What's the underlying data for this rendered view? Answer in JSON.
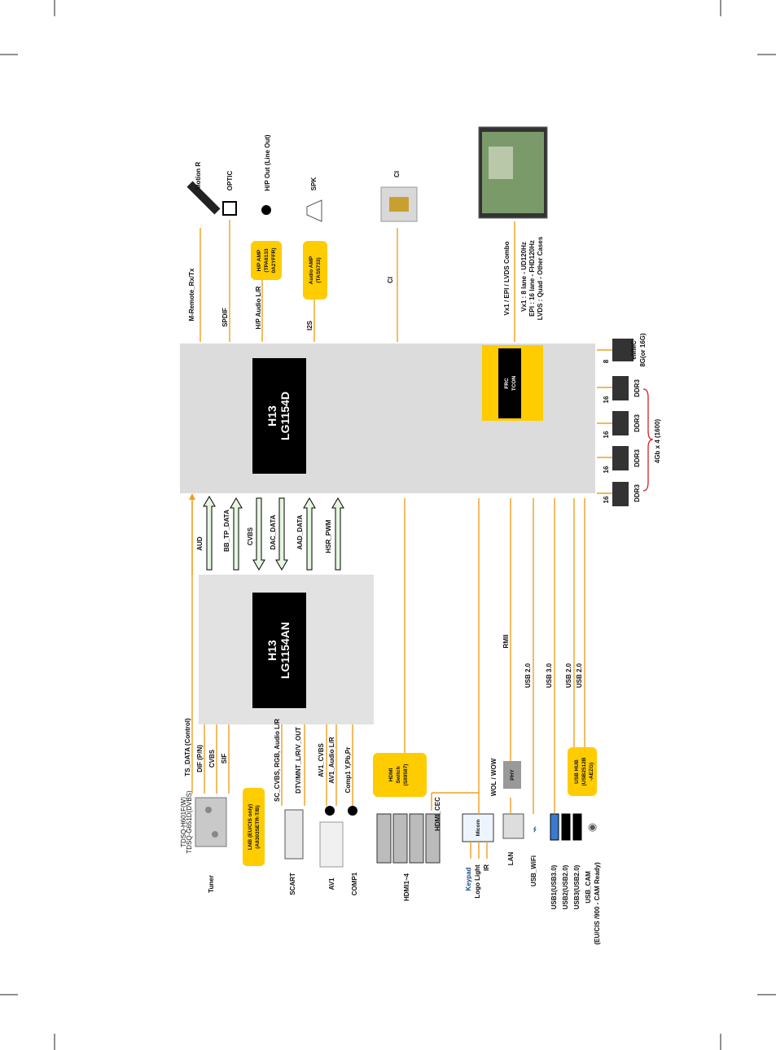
{
  "chips": {
    "main": {
      "line1": "H13",
      "line2": "LG1154D"
    },
    "sub": {
      "line1": "H13",
      "line2": "LG1154AN"
    },
    "frc": {
      "line1": "FRC",
      "line2": "TCON"
    }
  },
  "inter_chip_signals": [
    "AUD",
    "BB_TP_DATA",
    "CVBS",
    "DAC_DATA",
    "AAD_DATA",
    "HSR_PWM"
  ],
  "left": {
    "tuner": {
      "label": "Tuner",
      "model1": "TDSQ-H601F(W)",
      "model2": "TDSQ-G651D(DVBS)"
    },
    "tuner_signals": [
      "TS_DATA (Control)",
      "DIF (P/N)",
      "CVBS",
      "SIF"
    ],
    "lnb": {
      "line1": "LNB (EU/CIS only)",
      "line2": "(A8303SETR-T/B)"
    },
    "scart": {
      "label": "SCART",
      "sig1": "SC_CVBS, RGB, Audio L/R",
      "sig2": "DTV/MNT_L/R/V_OUT"
    },
    "av1": {
      "label": "AV1",
      "sig1": "AV1_CVBS",
      "sig2": "AV1_Audio L/R"
    },
    "comp1": {
      "label": "COMP1",
      "sig1": "Comp1 Y,Pb,Pr"
    },
    "hdmi": {
      "label": "HDMI1~4",
      "switch1": "HDMI",
      "switch2": "Switch",
      "switch3": "(SII9587)",
      "cec": "HDMI_CEC"
    },
    "micom": {
      "label": "Micom",
      "keypad": "Keypad",
      "logo": "Logo Light",
      "ir": "IR",
      "wol": "WOL / WOW"
    },
    "lan": {
      "label": "LAN",
      "phy": "PHY",
      "rmii": "RMII"
    },
    "usb": {
      "wifi": "USB_WiFi",
      "ports": [
        "USB1(USB3.0)",
        "USB2(USB2.0)",
        "USB3(USB2.0)"
      ],
      "cam1": "USB_CAM",
      "cam2": "(EU/CIS /900 - CAM Ready)",
      "speeds": [
        "USB 2.0",
        "USB 3.0",
        "USB 2.0",
        "USB 2.0"
      ],
      "hub1": "USB HUB",
      "hub2": "(USB2512B",
      "hub3": "-AEZG)"
    }
  },
  "right": {
    "motion": {
      "label": "Motion R",
      "sig": "M-Remote_Rx/Tx"
    },
    "optic": {
      "label": "OPTIC",
      "sig": "SPDIF"
    },
    "hp": {
      "label": "H/P Out (Line Out)",
      "amp1": "H/P AMP",
      "amp2": "(TPA6133",
      "amp3": "0A2YFFR)",
      "sig": "H/P Audio L/R"
    },
    "spk": {
      "label": "SPK",
      "amp1": "Audio AMP",
      "amp2": "(TAS5733)",
      "sig": "I2S"
    },
    "ci": {
      "label": "CI",
      "sig": "CI"
    },
    "panel": {
      "line1": "Vx1 / EPI / LVDS Combo",
      "line2": "Vx1 : 8 lane - UD120Hz",
      "line3": "EPI : 16 lane - FHD120Hz",
      "line4": "LVDS : Quad - Other Cases"
    }
  },
  "memory": {
    "buses": [
      "16",
      "16",
      "16",
      "16",
      "8"
    ],
    "ddr": [
      "DDR3",
      "DDR3",
      "DDR3",
      "DDR3"
    ],
    "ddr_note": "4Gb x 4 (1600)",
    "emmc1": "eMMC",
    "emmc2": "8G(or 16G)"
  }
}
